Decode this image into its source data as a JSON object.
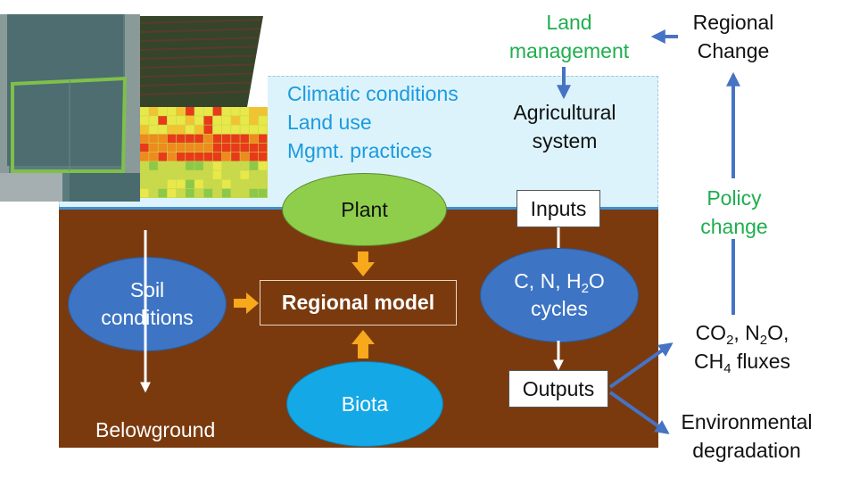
{
  "labels": {
    "land_management": [
      "Land",
      "management"
    ],
    "regional_change": [
      "Regional",
      "Change"
    ],
    "drivers": [
      "Climatic conditions",
      "Land use",
      "Mgmt. practices"
    ],
    "agricultural_system": [
      "Agricultural",
      "system"
    ],
    "policy_change": [
      "Policy",
      "change"
    ],
    "plant": "Plant",
    "inputs": "Inputs",
    "soil_conditions": [
      "Soil",
      "conditions"
    ],
    "regional_model": "Regional model",
    "cycles": {
      "prefix": "C, N, H",
      "sub": "2",
      "suffix": "O",
      "line2": "cycles"
    },
    "fluxes": {
      "co2": "CO",
      "co2_sub": "2",
      "sep": ", N",
      "n2o_sub": "2",
      "n2o": "O,",
      "ch4": "CH",
      "ch4_sub": "4",
      "fluxes": " fluxes"
    },
    "biota": "Biota",
    "outputs": "Outputs",
    "belowground": "Belowground",
    "environmental_degradation": [
      "Environmental",
      "degradation"
    ]
  },
  "colors": {
    "sky": "#ddf3fb",
    "soil": "#7a3a0e",
    "green_ellipse": "#8fce4b",
    "blue_ellipse": "#3d74c4",
    "biota_ellipse": "#14a8e6",
    "arrow_blue": "#4673c4",
    "arrow_orange": "#f7a81b",
    "text_blue": "#1a9be0",
    "text_green": "#1fae4e"
  }
}
